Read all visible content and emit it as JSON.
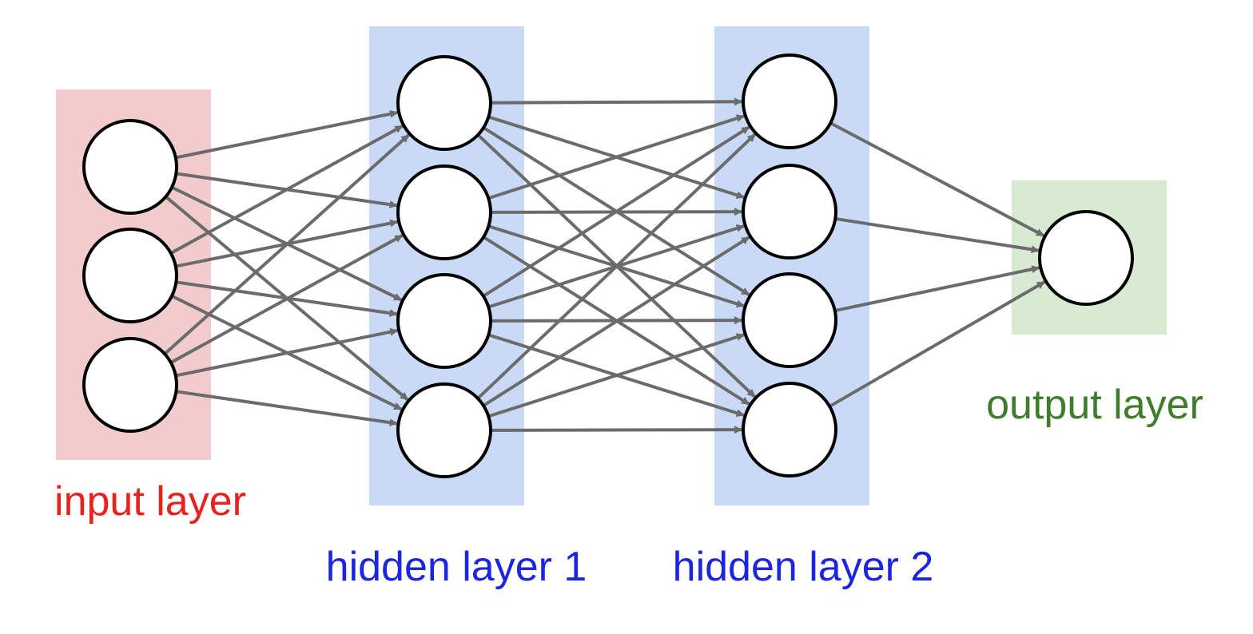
{
  "layers": [
    {
      "id": "input",
      "label": "input layer",
      "fill": "#f2cccc",
      "label_color": "#e8231e",
      "node_count": 3
    },
    {
      "id": "hidden1",
      "label": "hidden layer 1",
      "fill": "#c9daf6",
      "label_color": "#1c25e0",
      "node_count": 4
    },
    {
      "id": "hidden2",
      "label": "hidden layer 2",
      "fill": "#c9daf6",
      "label_color": "#1c25e0",
      "node_count": 4
    },
    {
      "id": "output",
      "label": "output layer",
      "fill": "#d9ead3",
      "label_color": "#3f7d2c",
      "node_count": 1
    }
  ],
  "connections": "fully-connected with arrowheads",
  "edge_color": "#6b6b6b",
  "node_fill": "#ffffff",
  "node_stroke": "#000000"
}
